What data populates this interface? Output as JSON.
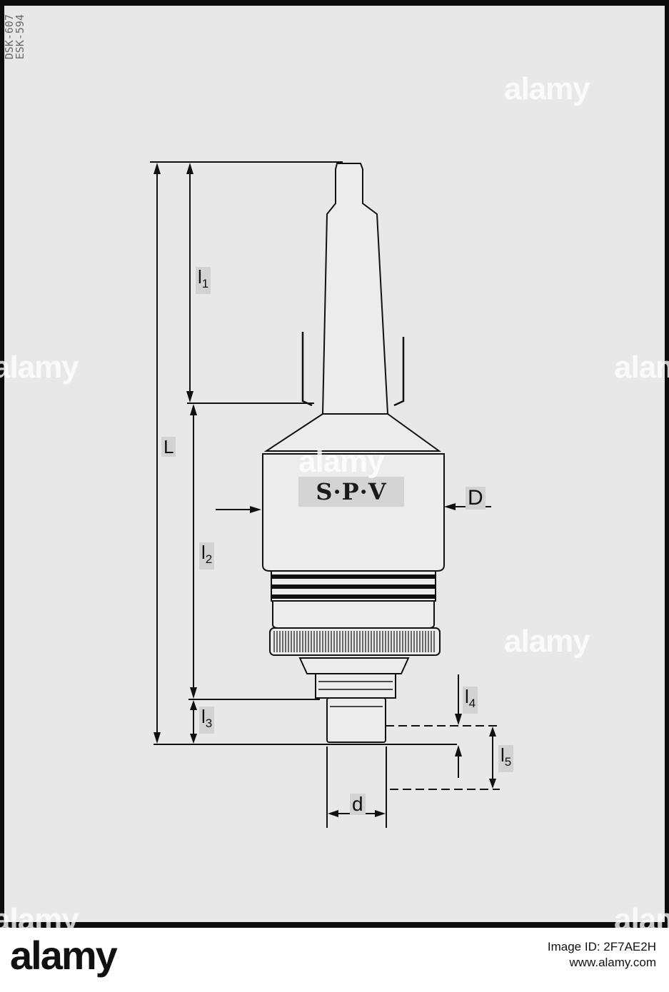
{
  "handwritten": [
    "DSK-607",
    "ESK-594"
  ],
  "brand": "S·P·V",
  "dimension_labels": {
    "L": "L",
    "l1": "1",
    "l2": "2",
    "l3": "3",
    "l4": "4",
    "l5": "5",
    "D": "D",
    "d": "d",
    "l_base": "l"
  },
  "watermark": "alamy",
  "footer": {
    "logo": "alamy",
    "image_id": "Image ID: 2F7AE2H",
    "site": "www.alamy.com"
  }
}
